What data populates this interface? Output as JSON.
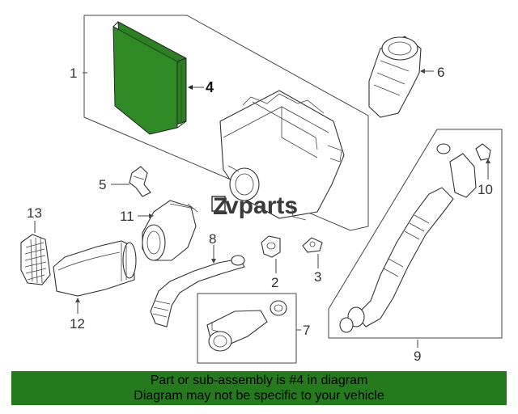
{
  "logo": {
    "name": "vparts",
    "mark": "Z"
  },
  "callouts": {
    "c1": "1",
    "c2": "2",
    "c3": "3",
    "c4": "4",
    "c5": "5",
    "c6": "6",
    "c7": "7",
    "c8": "8",
    "c9": "9",
    "c10": "10",
    "c11": "11",
    "c12": "12",
    "c13": "13"
  },
  "banner": {
    "line1": "Part or sub-assembly is #4 in diagram",
    "line2": "Diagram may not be specific to your vehicle"
  },
  "colors": {
    "highlight_part": "#2d7f23",
    "banner_bg": "#247a1d"
  }
}
